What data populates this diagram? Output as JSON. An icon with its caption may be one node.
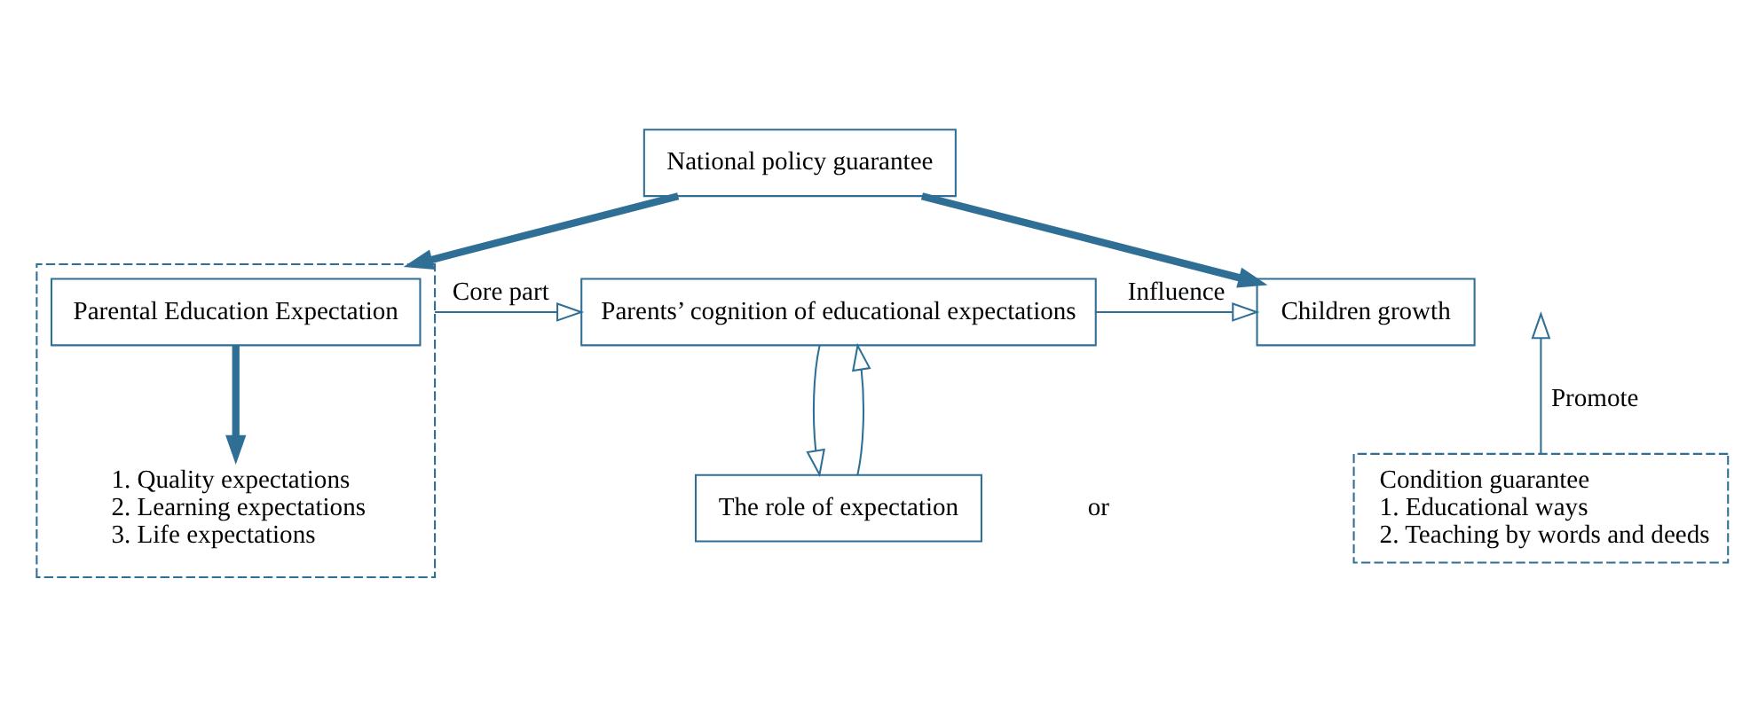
{
  "diagram": {
    "nodes": [
      {
        "text": [
          "National policy guarantee"
        ]
      },
      {
        "text": [],
        "shape": "box"
      },
      {
        "text": [
          "Parental Education Expectation"
        ],
        "in": 1
      },
      {
        "text": [
          "1. Quality expectations",
          "2. Learning expectations",
          "3. Life expectations"
        ],
        "in": 1
      },
      {
        "text": [
          "Parents’ cognition of educational expectations"
        ]
      },
      {
        "text": [
          "The role of expectation"
        ]
      },
      {
        "text": [
          "Children growth"
        ]
      },
      {
        "text": [
          "Condition guarantee",
          "1. Educational ways",
          "2. Teaching by words and deeds"
        ]
      }
    ],
    "edges": [
      {
        "from": 0,
        "to": 1,
        "arrow": "to",
        "style": "thick"
      },
      {
        "from": 0,
        "to": 6,
        "arrow": "to",
        "style": "thick"
      },
      {
        "from": 2,
        "to": 3,
        "arrow": "to",
        "style": "thick"
      },
      {
        "from": 1,
        "to": 4,
        "arrow": "to",
        "label": "Core part"
      },
      {
        "from": 4,
        "to": 5,
        "arrow": "to"
      },
      {
        "from": 5,
        "to": 4,
        "arrow": "to"
      },
      {
        "from": 4,
        "to": 6,
        "arrow": "to",
        "label": "Influence"
      },
      {
        "from": 7,
        "to": null,
        "arrow": "to",
        "label": "Promote"
      }
    ],
    "labels": [
      "or"
    ]
  }
}
